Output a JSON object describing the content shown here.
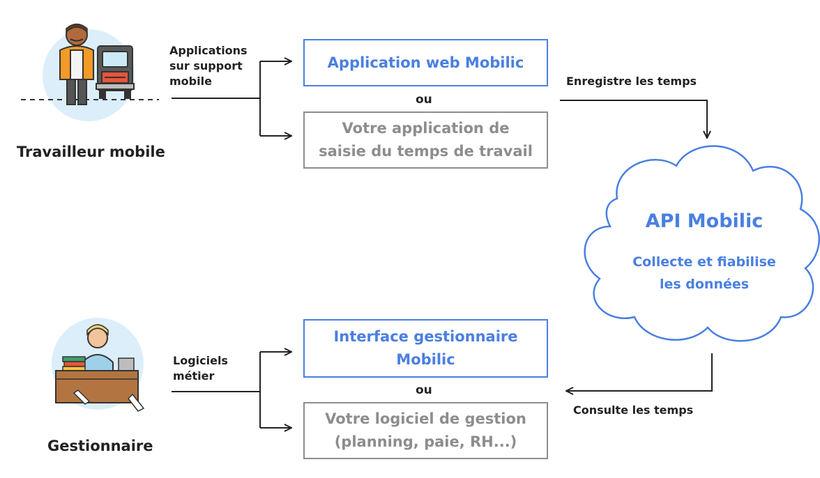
{
  "actors": {
    "worker": {
      "label": "Travailleur mobile"
    },
    "manager": {
      "label": "Gestionnaire"
    }
  },
  "channels": {
    "mobile": [
      "Applications",
      "sur support",
      "mobile"
    ],
    "business": [
      "Logiciels",
      "métier"
    ]
  },
  "top_options": {
    "primary": {
      "lines": [
        "Application web Mobilic"
      ]
    },
    "separator": "ou",
    "secondary": {
      "lines": [
        "Votre application de",
        "saisie du temps de travail"
      ]
    }
  },
  "bottom_options": {
    "primary": {
      "lines": [
        "Interface gestionnaire",
        "Mobilic"
      ]
    },
    "separator": "ou",
    "secondary": {
      "lines": [
        "Votre logiciel de gestion",
        "(planning, paie, RH...)"
      ]
    }
  },
  "flows": {
    "record": "Enregistre les temps",
    "consult": "Consulte les temps"
  },
  "api": {
    "title": "API Mobilic",
    "subtitle": [
      "Collecte et fiabilise",
      "les données"
    ]
  },
  "colors": {
    "accent": "#4a7fe0",
    "muted": "#8d8d8d",
    "text": "#222222"
  }
}
